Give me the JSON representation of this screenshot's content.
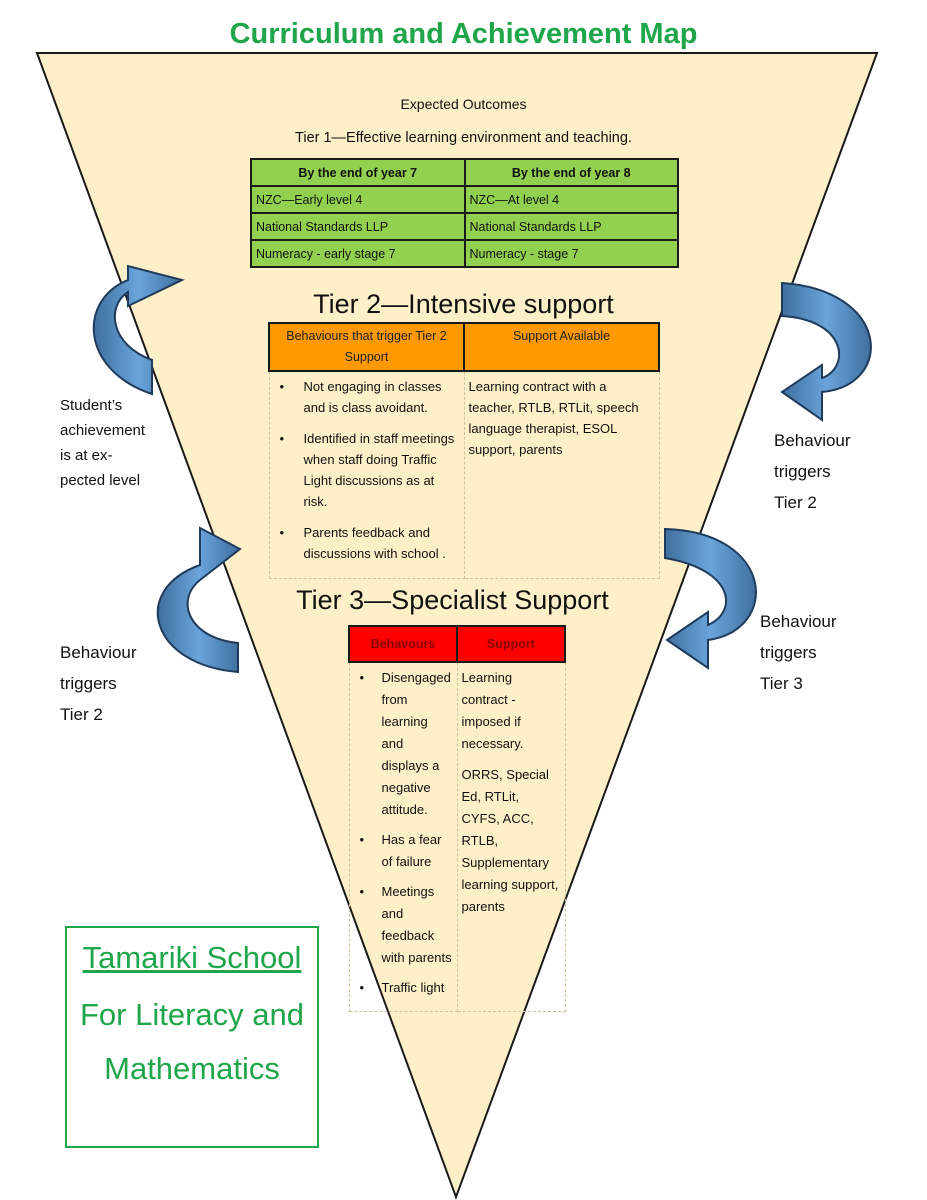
{
  "title": "Curriculum and Achievement Map",
  "expected_outcomes": "Expected Outcomes",
  "tier1": {
    "heading": "Tier 1—Effective learning environment and teaching.",
    "columns": [
      "By the end of year 7",
      "By the end of year 8"
    ],
    "rows": [
      [
        "NZC—Early level 4",
        "NZC—At level 4"
      ],
      [
        "National Standards LLP",
        "National Standards LLP"
      ],
      [
        "Numeracy  - early stage 7",
        "Numeracy  - stage 7"
      ]
    ]
  },
  "tier2": {
    "heading": "Tier 2—Intensive support",
    "columns": [
      "Behaviours that trigger Tier 2 Support",
      "Support Available"
    ],
    "behaviours": [
      "Not engaging in classes and is class avoidant.",
      "Identified in staff meetings when staff doing Traffic Light discussions as at risk.",
      "Parents feedback and discussions with school ."
    ],
    "support": "Learning contract with a teacher, RTLB, RTLit, speech language therapist, ESOL support,  parents"
  },
  "tier3": {
    "heading": "Tier 3—Specialist Support",
    "columns": [
      "Behavours",
      "Support"
    ],
    "behaviours": [
      "Disengaged from learning and displays a negative attitude.",
      "Has a fear of failure",
      "Meetings and feedback with parents",
      "Traffic light"
    ],
    "support": [
      "Learning contract  - imposed if necessary.",
      "ORRS, Special Ed, RTLit, CYFS, ACC, RTLB, Supplementary learning support, parents"
    ]
  },
  "side_labels": {
    "left_top": [
      "Student’s",
      "achievement",
      "is at ex-",
      "pected level"
    ],
    "left_bottom": [
      "Behaviour",
      "triggers",
      "Tier 2"
    ],
    "right_top": [
      "Behaviour",
      "triggers",
      "Tier 2"
    ],
    "right_bottom": [
      "Behaviour",
      "triggers",
      "Tier 3"
    ]
  },
  "school": {
    "name": "Tamariki School",
    "subtitle": [
      "For Literacy and",
      "Mathematics"
    ]
  },
  "colors": {
    "funnel_fill": "#fdefc7",
    "tier1": "#92d050",
    "tier2": "#ff9900",
    "tier3": "#ff0000",
    "arrow": "#5b9bd5",
    "title": "#1fa64a"
  }
}
